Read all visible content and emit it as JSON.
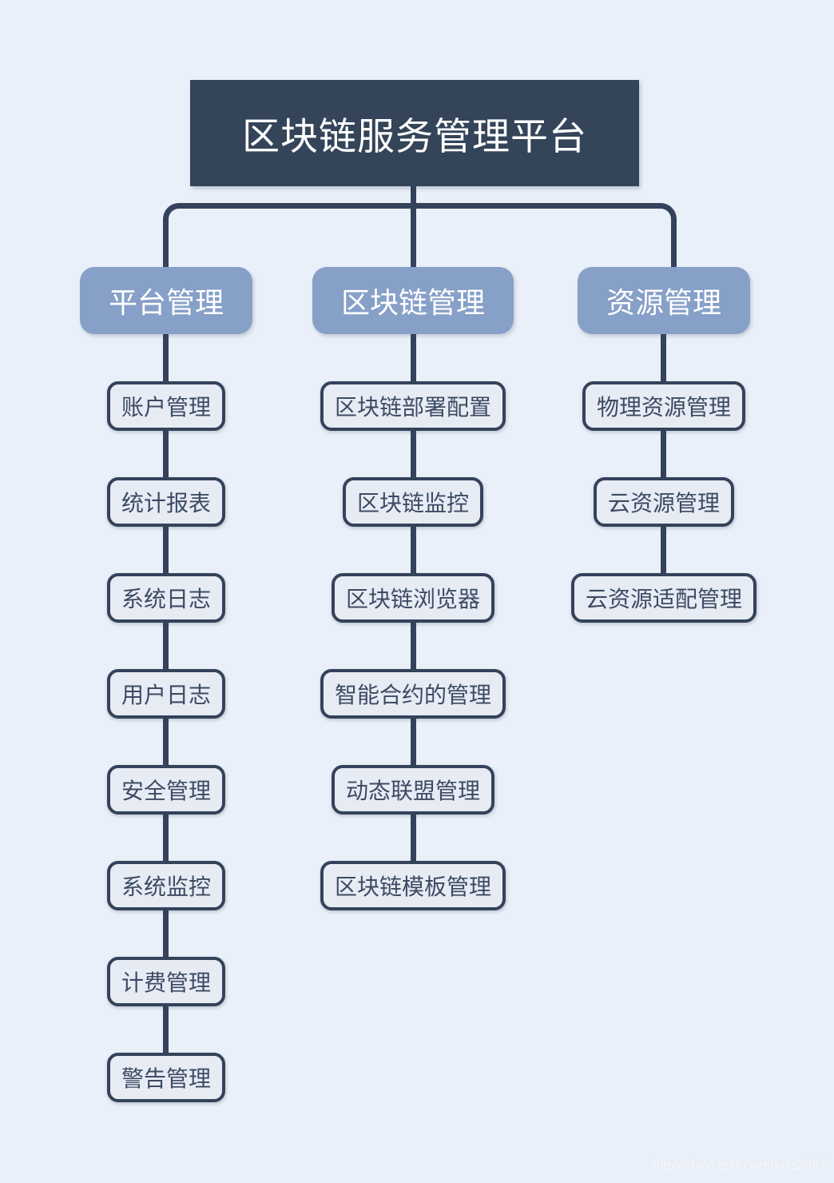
{
  "page": {
    "watermark": "https://blog.csdn.net/boss2967",
    "colors": {
      "background": "#eaf0f9",
      "root_fill": "#344459",
      "branch_fill": "#87a0c8",
      "leaf_fill": "#e7ecf4",
      "line_and_border": "#35425b",
      "leaf_text": "#3c4a63",
      "node_text_light": "#ffffff"
    }
  },
  "diagram": {
    "root": {
      "label": "区块链服务管理平台"
    },
    "branches": [
      {
        "label": "平台管理",
        "children": [
          "账户管理",
          "统计报表",
          "系统日志",
          "用户日志",
          "安全管理",
          "系统监控",
          "计费管理",
          "警告管理"
        ]
      },
      {
        "label": "区块链管理",
        "children": [
          "区块链部署配置",
          "区块链监控",
          "区块链浏览器",
          "智能合约的管理",
          "动态联盟管理",
          "区块链模板管理"
        ]
      },
      {
        "label": "资源管理",
        "children": [
          "物理资源管理",
          "云资源管理",
          "云资源适配管理"
        ]
      }
    ]
  }
}
